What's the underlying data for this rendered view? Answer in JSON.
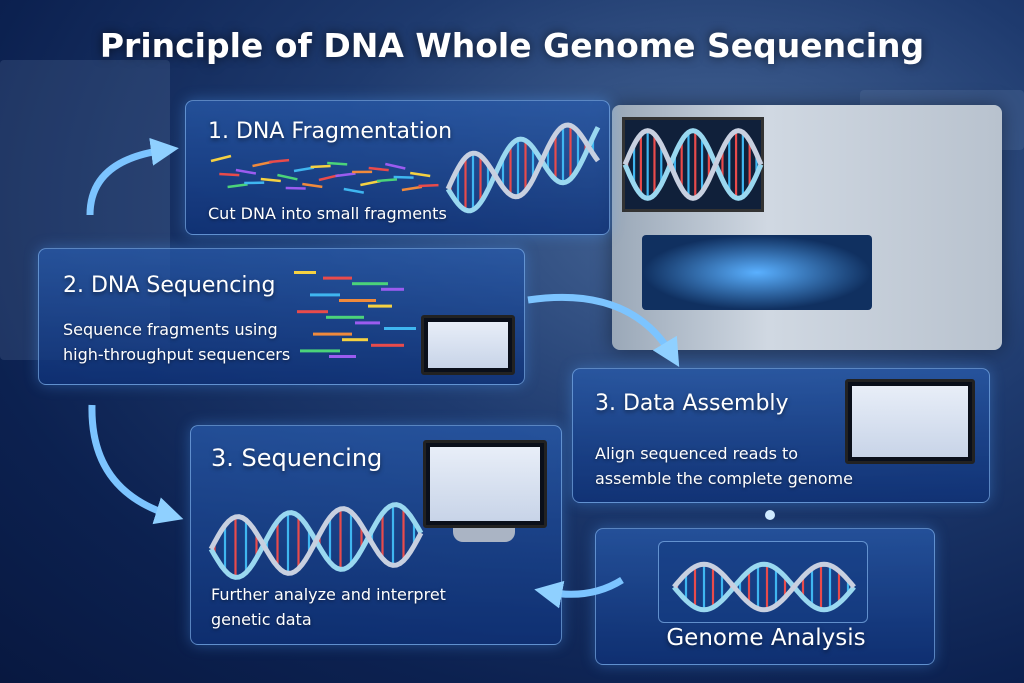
{
  "title": "Principle of DNA Whole Genome Sequencing",
  "steps": [
    {
      "heading": "1. DNA Fragmentation",
      "text": "Cut DNA into small fragments"
    },
    {
      "heading": "2. DNA Sequencing",
      "text_line1": "Sequence fragments using",
      "text_line2": "high-throughput sequencers"
    },
    {
      "heading": "3. Data Assembly",
      "text_line1": "Align sequenced reads to",
      "text_line2": "assemble the complete genome"
    },
    {
      "heading": "3. Sequencing",
      "text_line1": "Further analyze and interpret",
      "text_line2": "genetic data"
    },
    {
      "heading": "Genome Analysis"
    }
  ],
  "colors": {
    "panel": "#1d4a9a",
    "accent": "#7cc4ff",
    "rungs": [
      "#f5d142",
      "#e94b4b",
      "#4bd37a",
      "#9b5cf0",
      "#3fb6f0",
      "#f08a3c"
    ]
  }
}
